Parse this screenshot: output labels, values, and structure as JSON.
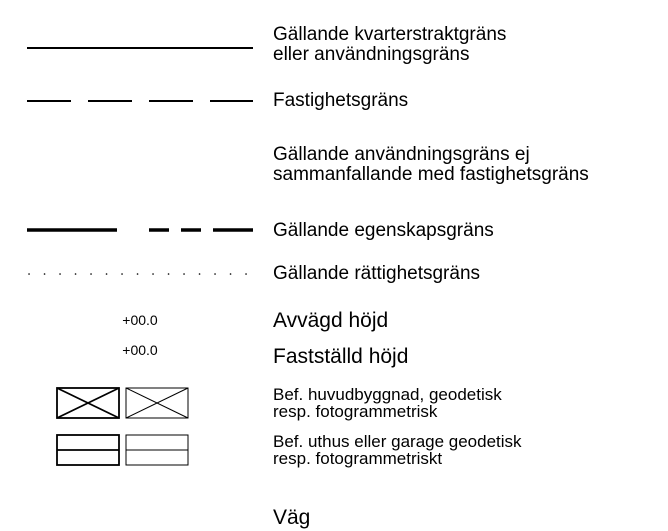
{
  "legend": {
    "items": [
      {
        "symbol": "solid-line",
        "label": "Gällande kvarterstraktgräns\neller användningsgräns"
      },
      {
        "symbol": "long-dash-line",
        "label": "Fastighetsgräns"
      },
      {
        "symbol": "none",
        "label": "Gällande användningsgräns ej\nsammanfallande med fastighetsgräns"
      },
      {
        "symbol": "thick-dash-line",
        "label": "Gällande egenskapsgräns"
      },
      {
        "symbol": "dotted-line",
        "label": "Gällande rättighetsgräns"
      },
      {
        "symbol": "height-text",
        "symbol_text": "+00.0",
        "label": "Avvägd höjd"
      },
      {
        "symbol": "height-text",
        "symbol_text": "+00.0",
        "label": "Fastställd höjd"
      },
      {
        "symbol": "crossed-rectangles",
        "label": "Bef. huvudbyggnad, geodetisk\nresp. fotogrammetrisk"
      },
      {
        "symbol": "split-rectangles",
        "label": "Bef. uthus eller garage geodetisk\nresp. fotogrammetriskt"
      },
      {
        "symbol": "none",
        "label": "Väg"
      }
    ],
    "line_color": "#000000",
    "background": "#ffffff"
  }
}
